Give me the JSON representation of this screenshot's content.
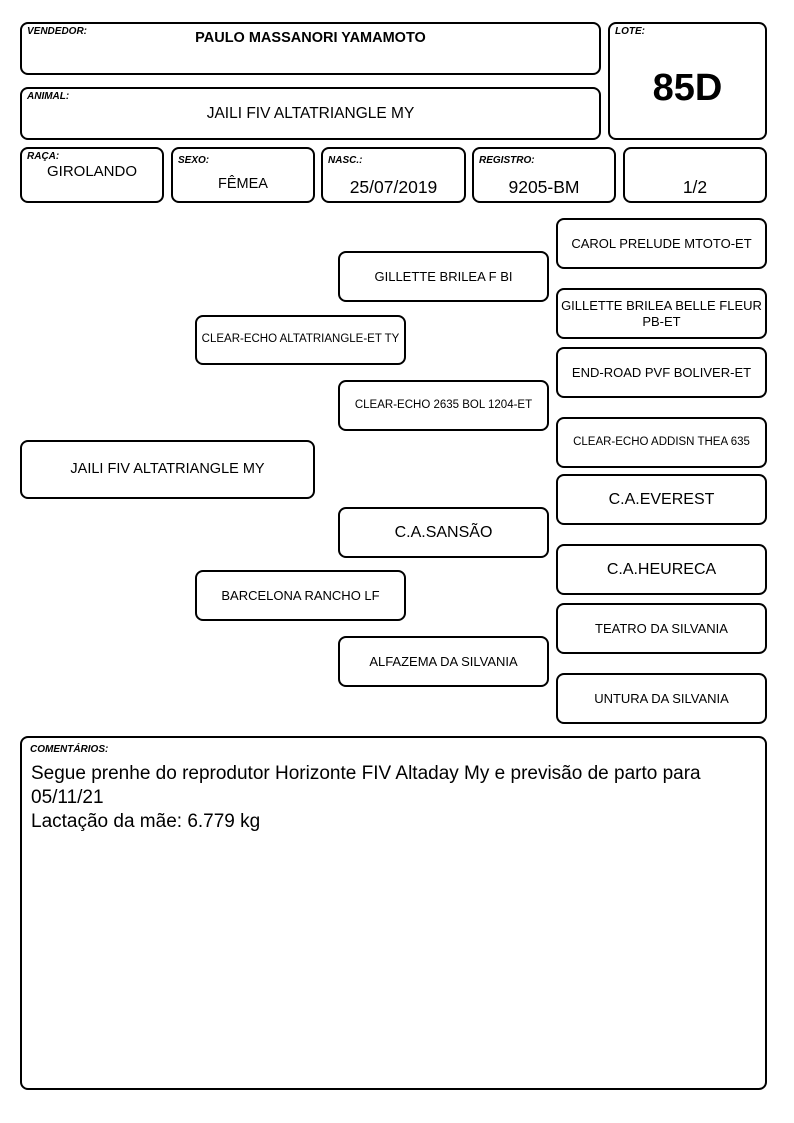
{
  "header": {
    "seller": {
      "label": "VENDEDOR:",
      "value": "PAULO MASSANORI YAMAMOTO"
    },
    "lot": {
      "label": "LOTE:",
      "value": "85D"
    },
    "animal": {
      "label": "ANIMAL:",
      "value": "JAILI FIV ALTATRIANGLE MY"
    },
    "breed": {
      "label": "RAÇA:",
      "value": "GIROLANDO"
    },
    "sex": {
      "label": "SEXO:",
      "value": "FÊMEA"
    },
    "birth": {
      "label": "NASC.:",
      "value": "25/07/2019"
    },
    "registry": {
      "label": "REGISTRO:",
      "value": "9205-BM"
    },
    "fraction": {
      "value": "1/2"
    }
  },
  "pedigree": {
    "animal": "JAILI FIV ALTATRIANGLE MY",
    "sire": "CLEAR-ECHO ALTATRIANGLE-ET TY",
    "dam": "BARCELONA RANCHO LF",
    "sire_sire": "GILLETTE BRILEA F BI",
    "sire_dam": "CLEAR-ECHO 2635 BOL 1204-ET",
    "dam_sire": "C.A.SANSÃO",
    "dam_dam": "ALFAZEMA DA SILVANIA",
    "great_grandparents": [
      "CAROL PRELUDE MTOTO-ET",
      "GILLETTE BRILEA BELLE FLEUR PB-ET",
      "END-ROAD PVF BOLIVER-ET",
      "CLEAR-ECHO ADDISN THEA 635",
      "C.A.EVEREST",
      "C.A.HEURECA",
      "TEATRO DA SILVANIA",
      "UNTURA DA SILVANIA"
    ]
  },
  "comments": {
    "label": "COMENTÁRIOS:",
    "text": "Segue prenhe do reprodutor Horizonte FIV Altaday My e previsão de parto para 05/11/21\nLactação da mãe: 6.779 kg"
  }
}
